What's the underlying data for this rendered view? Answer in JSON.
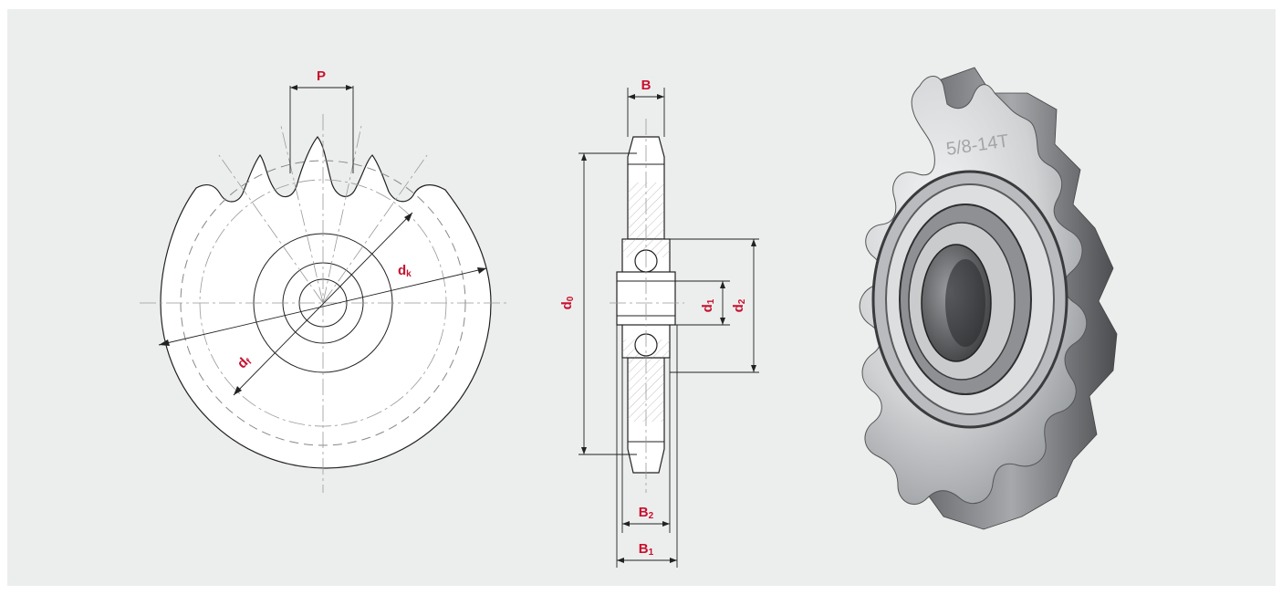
{
  "labels": {
    "pitch": "P",
    "tip_diameter": "d",
    "tip_diameter_sub": "k",
    "root_diameter": "d",
    "root_diameter_sub": "f",
    "width": "B",
    "pitch_diameter": "d",
    "pitch_diameter_sub": "0",
    "bore_diameter": "d",
    "bore_diameter_sub": "1",
    "bearing_outer_diameter": "d",
    "bearing_outer_diameter_sub": "2",
    "bearing_width": "B",
    "bearing_width_sub": "2",
    "overall_width": "B",
    "overall_width_sub": "1"
  },
  "photo": {
    "engraving": "5/8-14T"
  },
  "colors": {
    "label": "#c8102e",
    "panel": "#eceeed",
    "line": "#222222",
    "steel_light": "#d9dadb",
    "steel_dark": "#6b6d70"
  }
}
